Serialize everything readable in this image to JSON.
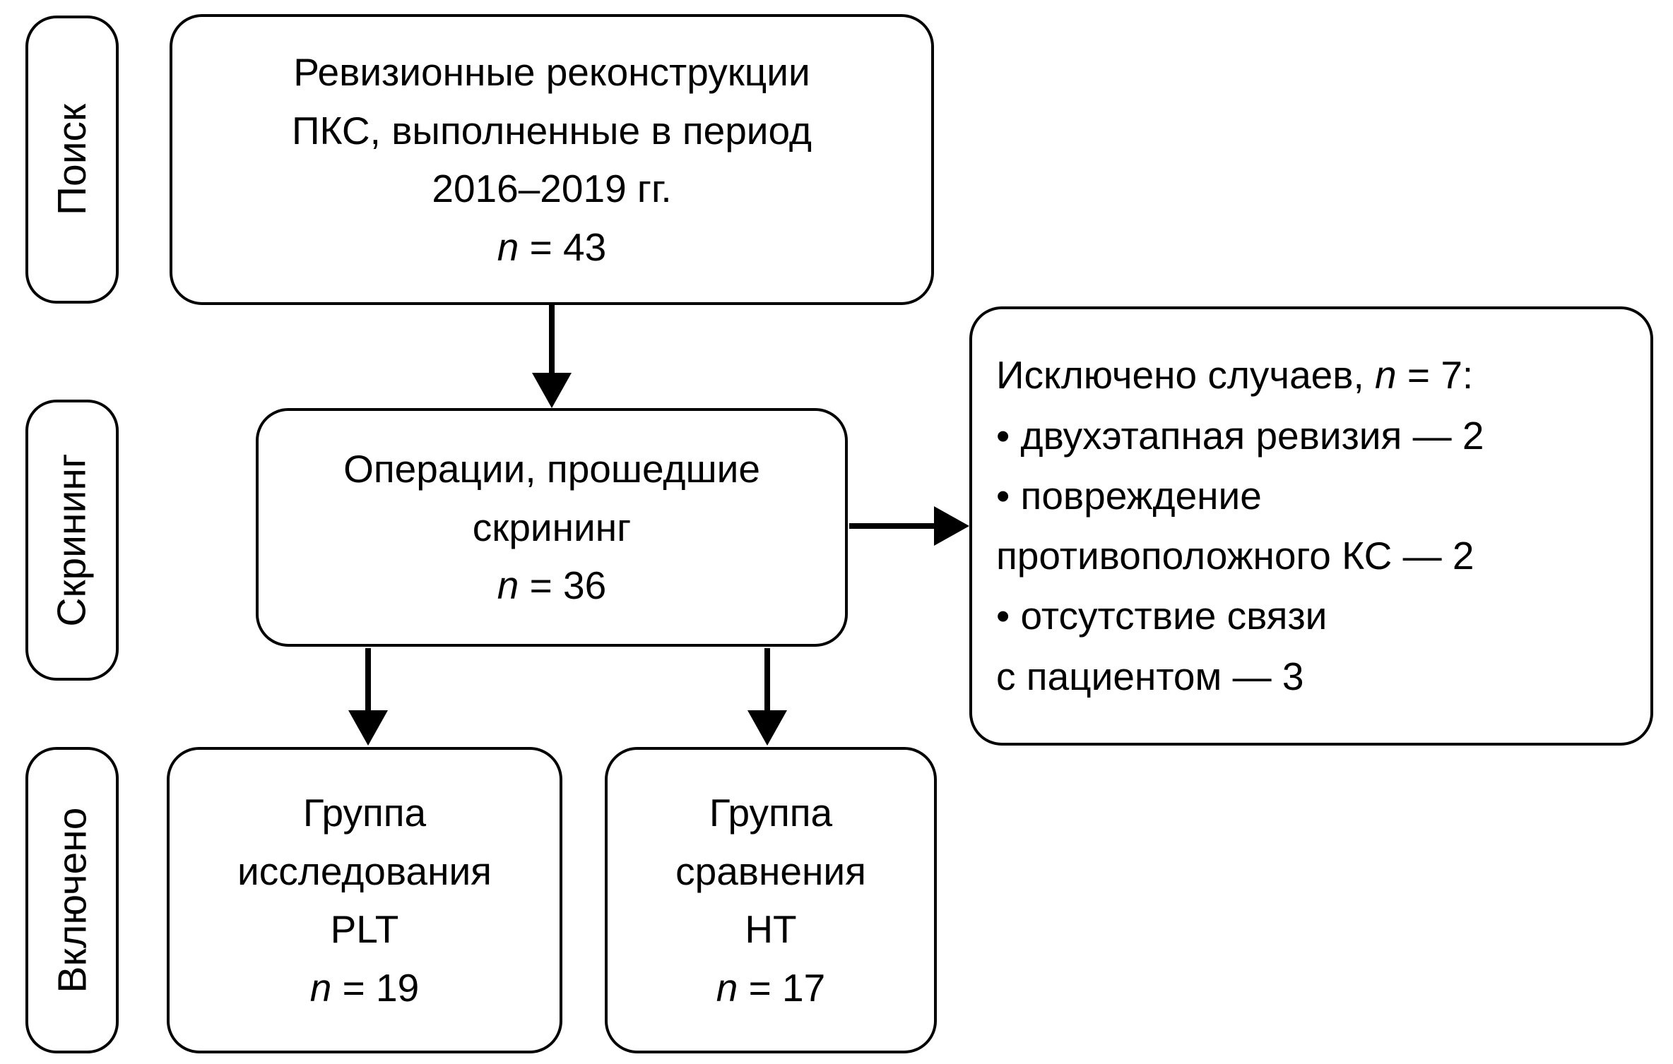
{
  "colors": {
    "background": "#ffffff",
    "border": "#000000",
    "text": "#000000"
  },
  "stages": [
    {
      "label": "Поиск"
    },
    {
      "label": "Скрининг"
    },
    {
      "label": "Включено"
    }
  ],
  "boxes": {
    "search": {
      "line1": "Ревизионные реконструкции",
      "line2": "ПКС, выполненные в период",
      "line3": "2016–2019 гг.",
      "n_var": "n",
      "n_eq": " = 43"
    },
    "screening": {
      "line1": "Операции, прошедшие",
      "line2": "скрининг",
      "n_var": "n",
      "n_eq": " = 36"
    },
    "excluded": {
      "title_pre": "Исключено случаев, ",
      "title_var": "n",
      "title_post": " = 7:",
      "items": [
        "• двухэтапная ревизия — 2",
        "• повреждение\nпротивоположного КС — 2",
        "• отсутствие связи\nс пациентом — 3"
      ]
    },
    "group_plt": {
      "line1": "Группа",
      "line2": "исследования",
      "line3": "PLT",
      "n_var": "n",
      "n_eq": " = 19"
    },
    "group_ht": {
      "line1": "Группа",
      "line2": "сравнения",
      "line3": "HT",
      "n_var": "n",
      "n_eq": " = 17"
    }
  }
}
